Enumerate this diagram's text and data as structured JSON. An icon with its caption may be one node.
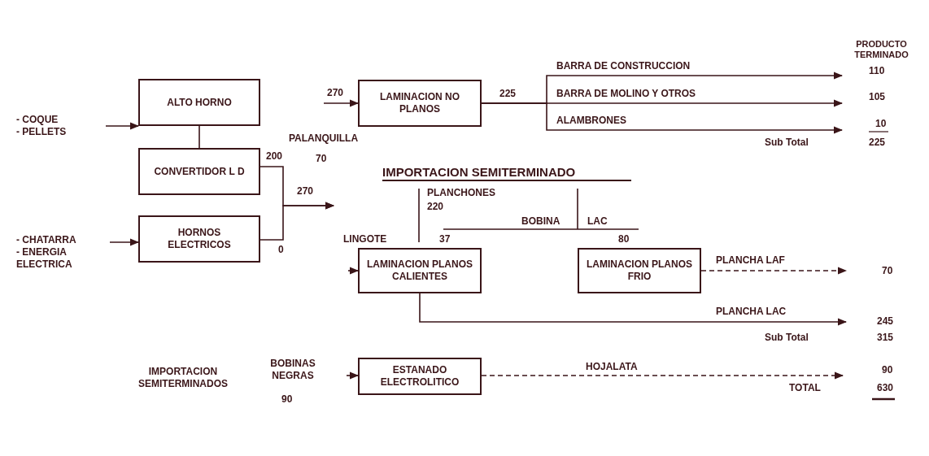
{
  "diagram": {
    "nodes": [
      {
        "text": [
          "- COQUE",
          "- PELLETS"
        ]
      },
      {
        "text": [
          "ALTO HORNO"
        ]
      },
      {
        "text": [
          "CONVERTIDOR L D"
        ]
      },
      {
        "text": [
          "- CHATARRA",
          "- ENERGIA ELECTRICA"
        ]
      },
      {
        "text": [
          "HORNOS ELECTRICOS"
        ]
      },
      {
        "text": [
          "LAMINACION NO PLANOS"
        ]
      },
      {
        "text": [
          "LAMINACION PLANOS CALIENTES"
        ]
      },
      {
        "text": [
          "LAMINACION PLANOS FRIO"
        ]
      },
      {
        "text": [
          "ESTANADO ELECTROLITICO"
        ]
      }
    ],
    "edges": [
      {
        "from": 0,
        "to": 1,
        "arrow": "to"
      },
      {
        "from": 1,
        "to": 2,
        "arrow": "none"
      },
      {
        "from": 2,
        "to": null,
        "arrow": "to",
        "label": "200"
      },
      {
        "from": 4,
        "to": null,
        "arrow": "to",
        "label": "0"
      },
      {
        "from": 3,
        "to": 4,
        "arrow": "to"
      },
      {
        "from": null,
        "to": 5,
        "arrow": "to",
        "label": "270"
      },
      {
        "from": 5,
        "to": null,
        "arrow": "to",
        "label": "BARRA DE CONSTRUCCION"
      },
      {
        "from": 5,
        "to": null,
        "arrow": "to",
        "label": "BARRA DE MOLINO Y OTROS"
      },
      {
        "from": 5,
        "to": null,
        "arrow": "to",
        "label": "ALAMBRONES"
      },
      {
        "from": null,
        "to": 6,
        "arrow": "to"
      },
      {
        "from": 7,
        "to": null,
        "arrow": "to",
        "label": "PLANCHA LAF",
        "style": "dashed"
      },
      {
        "from": 6,
        "to": null,
        "arrow": "to",
        "label": "PLANCHA LAC"
      },
      {
        "from": null,
        "to": 8,
        "arrow": "to"
      },
      {
        "from": 8,
        "to": null,
        "arrow": "to",
        "label": "HOJALATA",
        "style": "dashed"
      }
    ],
    "labels": [
      "PRODUCTO TERMINADO",
      "110",
      "105",
      "10",
      "Sub Total",
      "225",
      "225",
      "PALANQUILLA",
      "70",
      "270",
      "IMPORTACION SEMITERMINADO",
      "PLANCHONES",
      "220",
      "BOBINA",
      "LAC",
      "LINGOTE",
      "37",
      "80",
      "70",
      "245",
      "Sub Total",
      "315",
      "IMPORTACION SEMITERMINADOS",
      "BOBINAS NEGRAS",
      "90",
      "90",
      "TOTAL",
      "630"
    ]
  }
}
